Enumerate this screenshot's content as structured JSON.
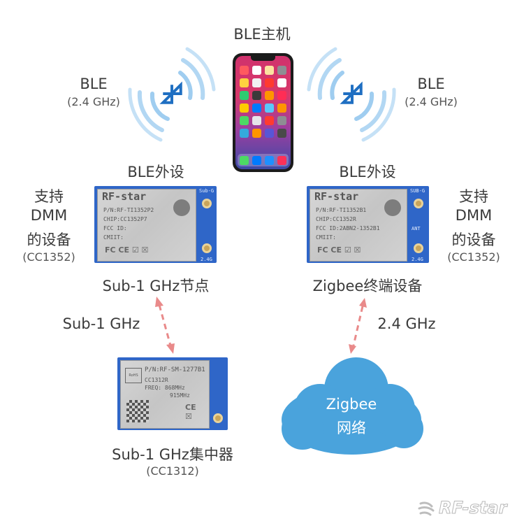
{
  "central": {
    "title": "BLE主机"
  },
  "left_link": {
    "label": "BLE",
    "freq": "(2.4 GHz)"
  },
  "right_link": {
    "label": "BLE",
    "freq": "(2.4 GHz)"
  },
  "left_peripheral": {
    "title": "BLE外设",
    "dmm_line1": "支持",
    "dmm_line2": "DMM",
    "dmm_line3": "的设备",
    "chip": "(CC1352)",
    "caption": "Sub-1 GHz节点",
    "module": {
      "brand": "RF-star",
      "line1": "P/N:RF-TI1352P2",
      "line2": "CHIP:CC1352P7",
      "line3": "FCC ID:",
      "line4": "CMIIT:",
      "tag": "Sub-G",
      "tag2": "2.4G"
    }
  },
  "right_peripheral": {
    "title": "BLE外设",
    "dmm_line1": "支持",
    "dmm_line2": "DMM",
    "dmm_line3": "的设备",
    "chip": "(CC1352)",
    "caption": "Zigbee终端设备",
    "module": {
      "brand": "RF-star",
      "line1": "P/N:RF-TI1352B1",
      "line2": "CHIP:CC1352R",
      "line3": "FCC ID:2ABN2-1352B1",
      "line4": "CMIIT:",
      "tag": "SUB-G",
      "tag2": "2.4G",
      "tag3": "ANT"
    }
  },
  "sub1_link": {
    "label": "Sub-1 GHz"
  },
  "zigbee_link": {
    "label": "2.4 GHz"
  },
  "concentrator": {
    "caption": "Sub-1 GHz集中器",
    "chip": "(CC1312)",
    "module": {
      "line1": "P/N:RF-SM-1277B1",
      "line2": "CC1312R",
      "line3": "FREQ:  868MHz",
      "line4": "915MHz",
      "rohs": "RoHS"
    }
  },
  "cloud": {
    "line1": "Zigbee",
    "line2": "网络"
  },
  "watermark": {
    "text": "RF-star"
  },
  "colors": {
    "ble_wave": "#8ec5ee",
    "bluetooth_icon": "#1f6fc2",
    "arrow": "#e98a8a",
    "cloud": "#4aa3dc",
    "module_pcb": "#2f66c8"
  }
}
